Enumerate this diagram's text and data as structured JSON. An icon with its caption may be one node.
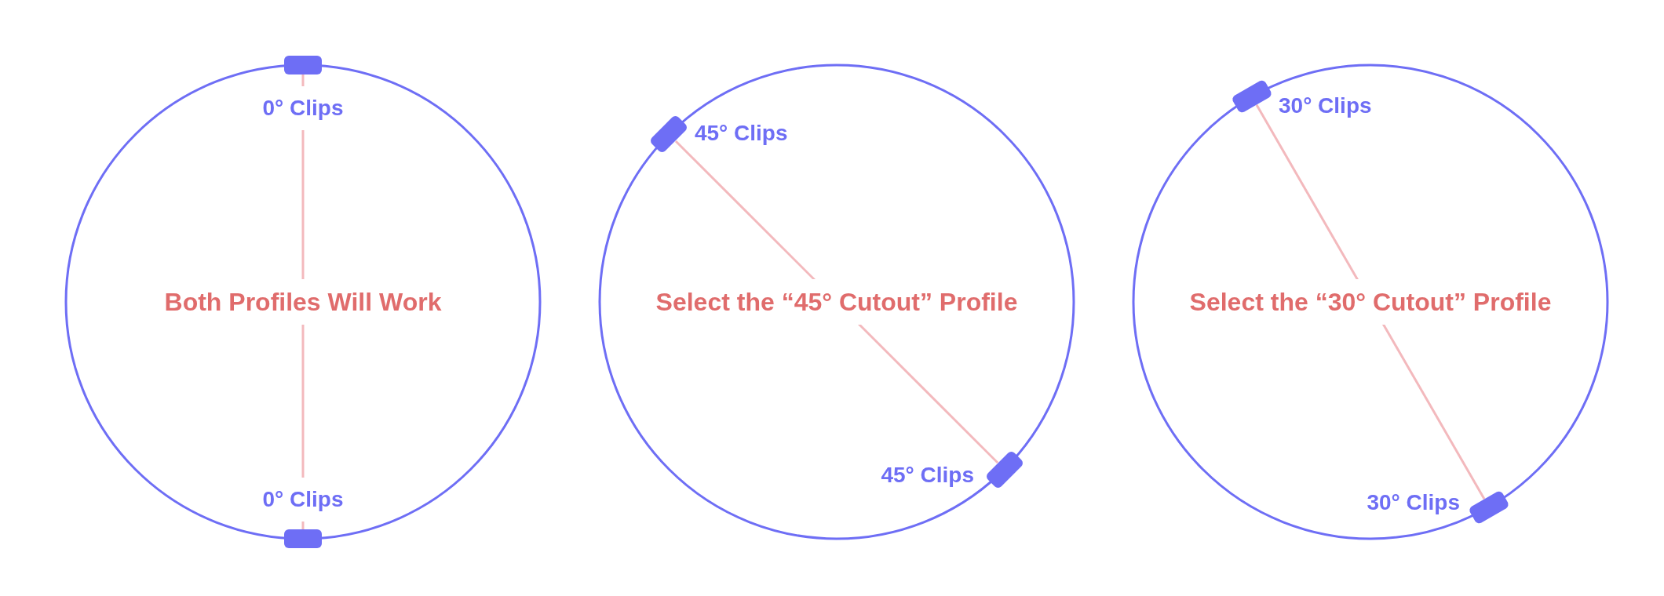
{
  "diagram": {
    "nodes": [
      {
        "text": [
          "Both Profiles Will Work"
        ]
      },
      {
        "text": [],
        "shape": "box",
        "in": 0
      },
      {
        "text": [],
        "shape": "box",
        "in": 0
      },
      {
        "text": [
          "Select the “45° Cutout” Profile"
        ]
      },
      {
        "text": [],
        "shape": "box",
        "in": 3,
        "beside": [
          "45° Clips"
        ]
      },
      {
        "text": [],
        "shape": "box",
        "in": 3,
        "beside": [
          "45° Clips"
        ]
      },
      {
        "text": [
          "Select the “30° Cutout” Profile"
        ]
      },
      {
        "text": [],
        "shape": "box",
        "in": 6,
        "beside": [
          "30° Clips"
        ]
      },
      {
        "text": [],
        "shape": "box",
        "in": 6,
        "beside": [
          "30° Clips"
        ]
      }
    ],
    "edges": [
      {
        "from": 1,
        "to": 2,
        "arrow": "none"
      },
      {
        "from": 4,
        "to": 5,
        "arrow": "none"
      },
      {
        "from": 7,
        "to": 8,
        "arrow": "none"
      }
    ],
    "labels": [
      "0° Clips",
      "0° Clips"
    ]
  }
}
